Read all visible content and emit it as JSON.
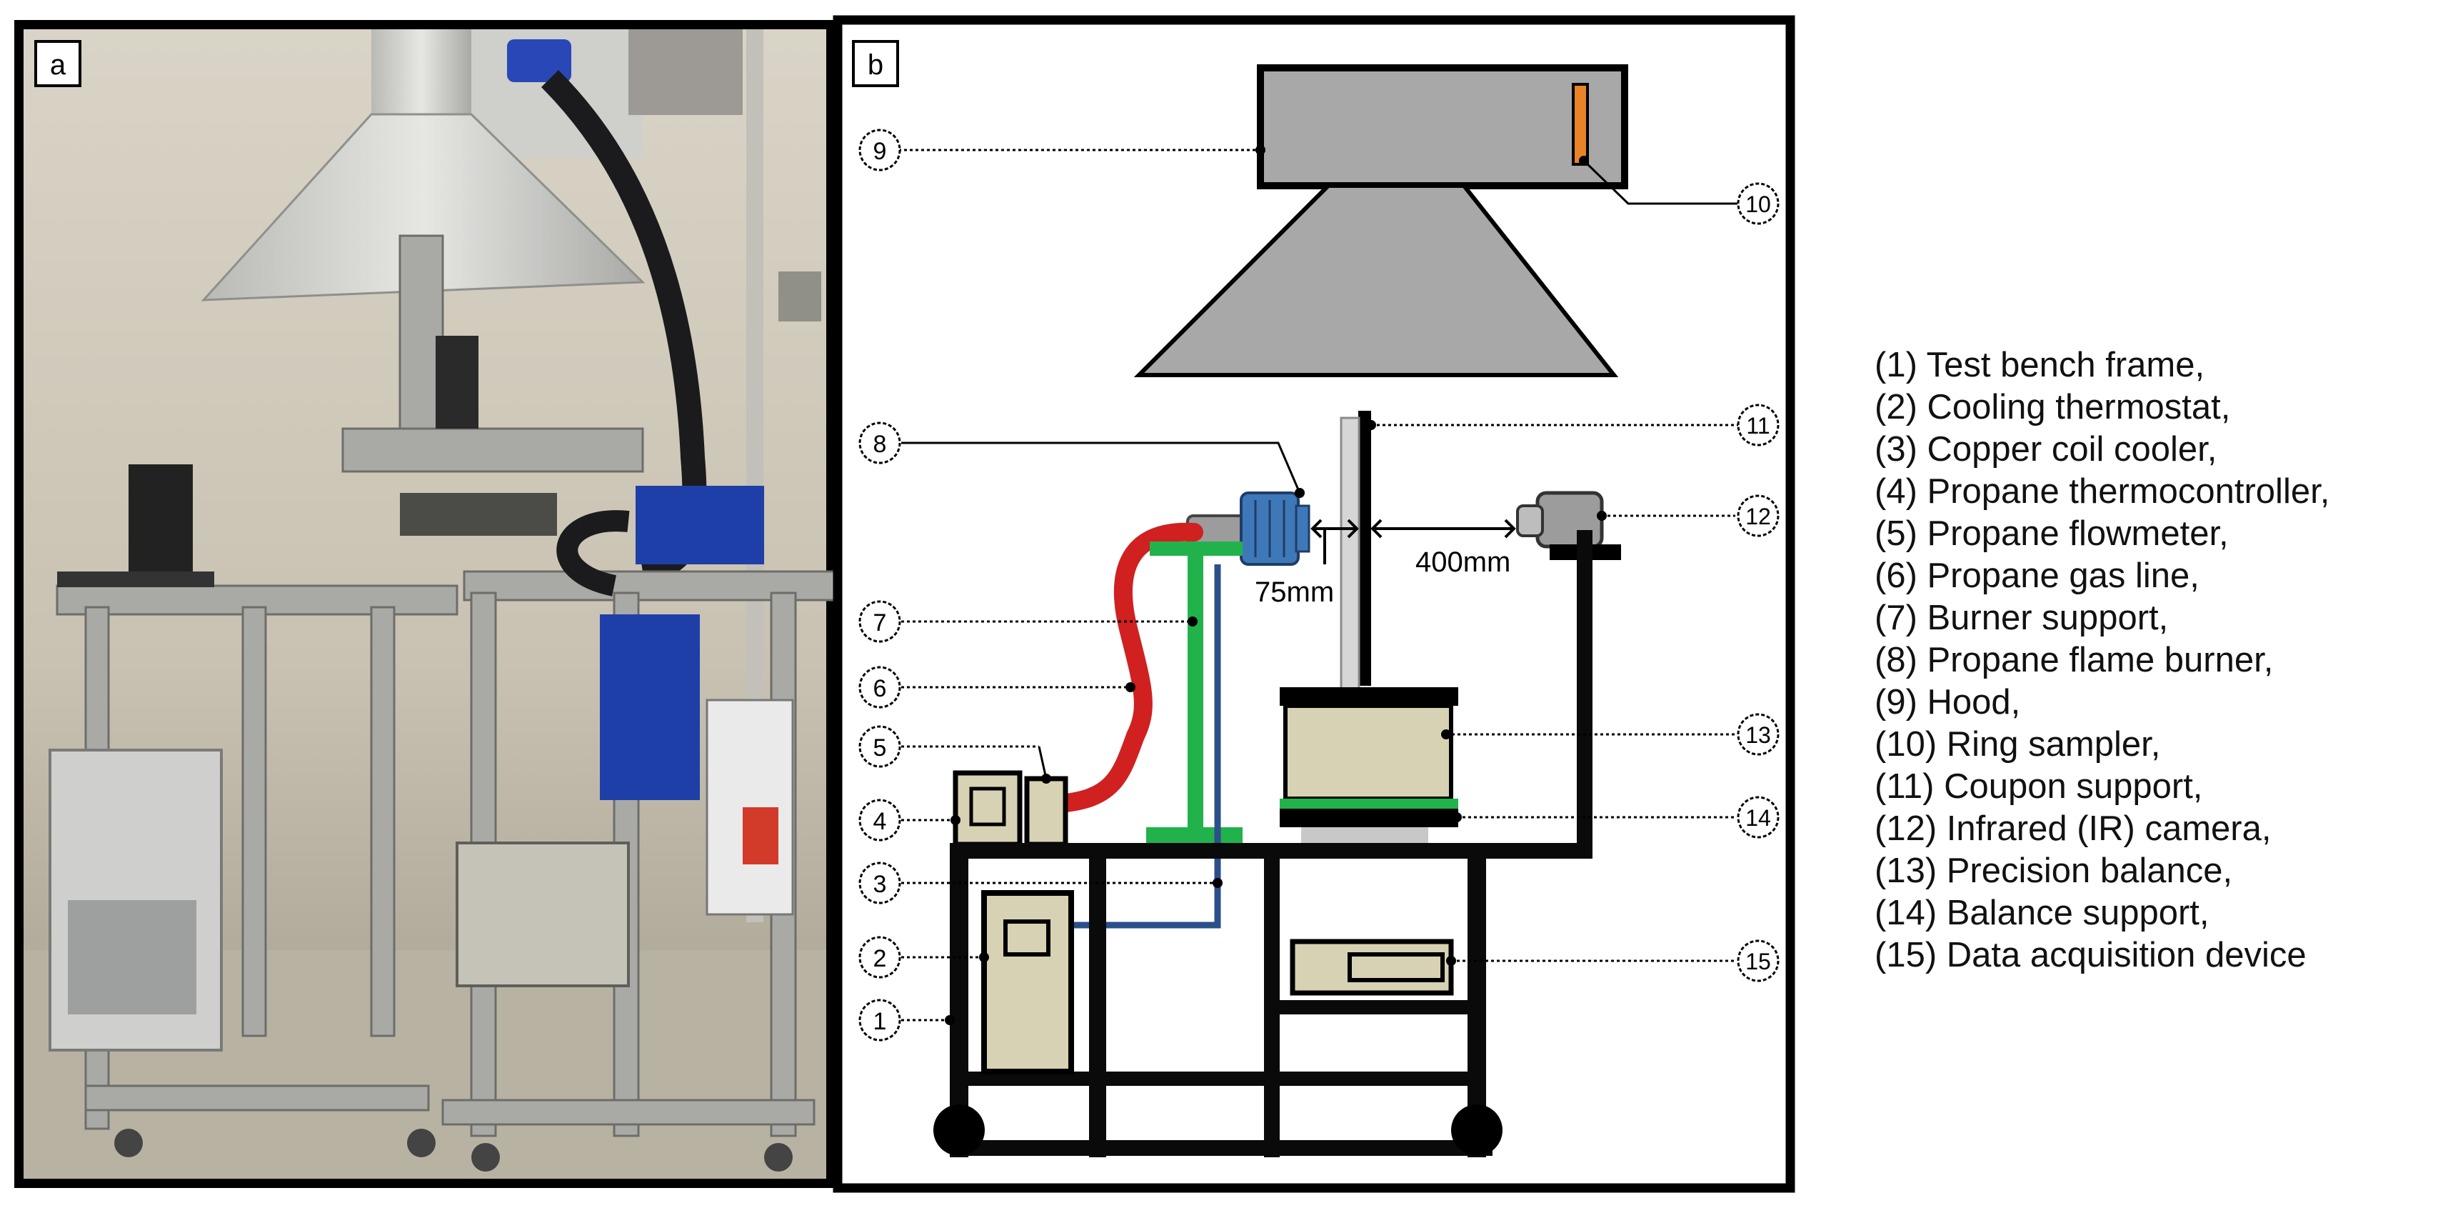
{
  "panels": {
    "a": {
      "label": "a"
    },
    "b": {
      "label": "b"
    }
  },
  "diagram": {
    "dimension_burner": "75mm",
    "dimension_camera": "400mm",
    "callouts": [
      "9",
      "10",
      "8",
      "11",
      "12",
      "7",
      "6",
      "5",
      "4",
      "13",
      "14",
      "3",
      "2",
      "15",
      "1"
    ]
  },
  "legend": [
    "(1) Test bench frame,",
    "(2) Cooling thermostat,",
    "(3) Copper coil cooler,",
    "(4) Propane thermocontroller,",
    "(5) Propane flowmeter,",
    "(6) Propane gas line,",
    "(7) Burner support,",
    "(8) Propane flame burner,",
    "(9) Hood,",
    "(10) Ring sampler,",
    "(11) Coupon support,",
    "(12) Infrared (IR) camera,",
    "(13) Precision balance,",
    "(14) Balance support,",
    "(15) Data acquisition device"
  ],
  "colors": {
    "frame": "#0a0a0a",
    "hood": "#a8a8a8",
    "gas_line": "#d02020",
    "cooling_line": "#2b4f8a",
    "support": "#22b24c",
    "balance": "#d8d2b4",
    "burner": "#3f78b8",
    "ring_sampler": "#e8832a"
  }
}
